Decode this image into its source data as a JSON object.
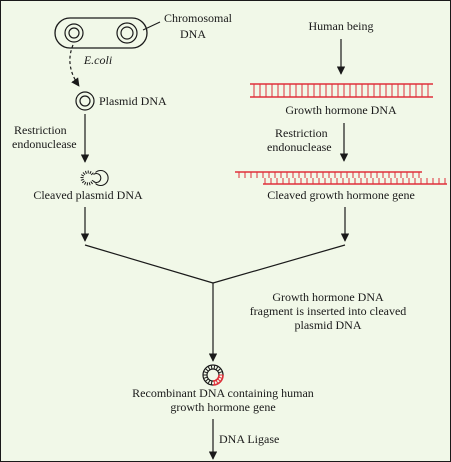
{
  "labels": {
    "chromosomal_dna_line1": "Chromosomal",
    "chromosomal_dna_line2": "DNA",
    "ecoli": "E.coli",
    "plasmid_dna": "Plasmid DNA",
    "restriction_left_line1": "Restriction",
    "restriction_left_line2": "endonuclease",
    "cleaved_plasmid_dna": "Cleaved plasmid DNA",
    "human_being": "Human being",
    "growth_hormone_dna": "Growth hormone DNA",
    "restriction_right_line1": "Restriction",
    "restriction_right_line2": "endonuclease",
    "cleaved_growth_hormone_gene": "Cleaved growth hormone gene",
    "inserted_line1": "Growth hormone DNA",
    "inserted_line2": "fragment is inserted into cleaved",
    "inserted_line3": "plasmid DNA",
    "recombinant_line1": "Recombinant DNA containing human",
    "recombinant_line2": "growth hormone gene",
    "dna_ligase": "DNA Ligase"
  },
  "colors": {
    "background": "#f1f8e8",
    "ink": "#1a1a1a",
    "gene_red": "#e0303a"
  }
}
